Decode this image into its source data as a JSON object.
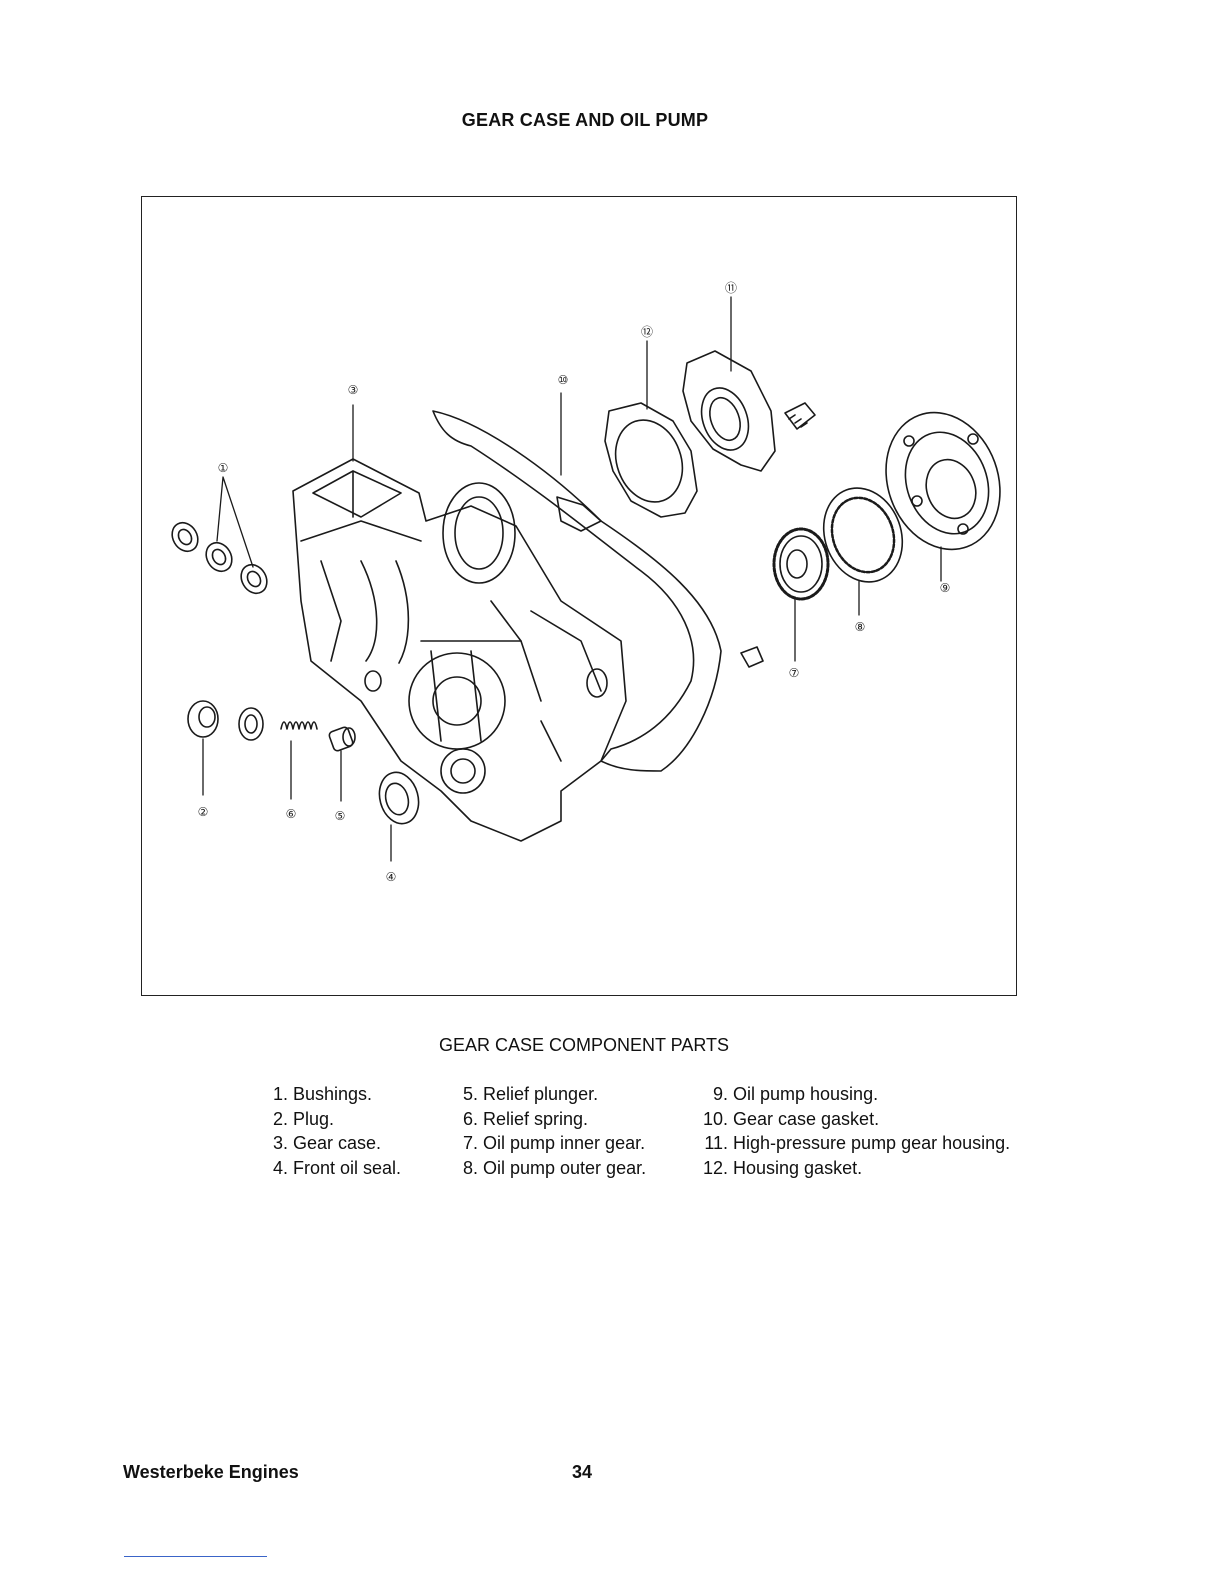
{
  "page": {
    "title": "GEAR CASE AND OIL PUMP",
    "caption": "GEAR CASE COMPONENT PARTS",
    "footer_left": "Westerbeke Engines",
    "page_number": "34"
  },
  "diagram": {
    "callouts": [
      "①",
      "②",
      "③",
      "④",
      "⑤",
      "⑥",
      "⑦",
      "⑧",
      "⑨",
      "⑩",
      "⑪",
      "⑫"
    ]
  },
  "parts": {
    "col1": [
      {
        "num": "1.",
        "label": "Bushings."
      },
      {
        "num": "2.",
        "label": "Plug."
      },
      {
        "num": "3.",
        "label": "Gear case."
      },
      {
        "num": "4.",
        "label": "Front oil seal."
      }
    ],
    "col2": [
      {
        "num": "5.",
        "label": "Relief plunger."
      },
      {
        "num": "6.",
        "label": "Relief spring."
      },
      {
        "num": "7.",
        "label": "Oil pump inner gear."
      },
      {
        "num": "8.",
        "label": "Oil pump outer gear."
      }
    ],
    "col3": [
      {
        "num": "9.",
        "label": "Oil pump housing."
      },
      {
        "num": "10.",
        "label": "Gear case gasket."
      },
      {
        "num": "11.",
        "label": "High-pressure pump gear housing."
      },
      {
        "num": "12.",
        "label": "Housing gasket."
      }
    ]
  }
}
